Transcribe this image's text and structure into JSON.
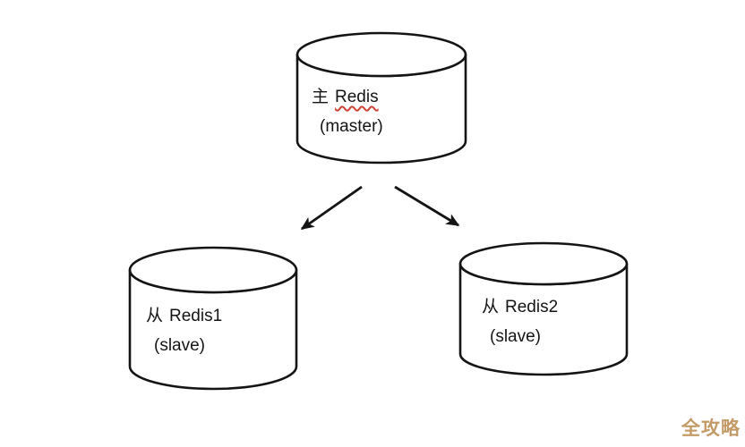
{
  "diagram": {
    "master": {
      "prefix": "主",
      "name": "Redis",
      "role": "(master)"
    },
    "slave1": {
      "prefix": "从",
      "name": "Redis1",
      "role": "(slave)"
    },
    "slave2": {
      "prefix": "从",
      "name": "Redis2",
      "role": "(slave)"
    }
  },
  "watermark": "全攻略",
  "colors": {
    "bg": "#ffffff",
    "ink": "#141414",
    "squiggle": "#cf4336",
    "watermark": "#c49a66"
  }
}
